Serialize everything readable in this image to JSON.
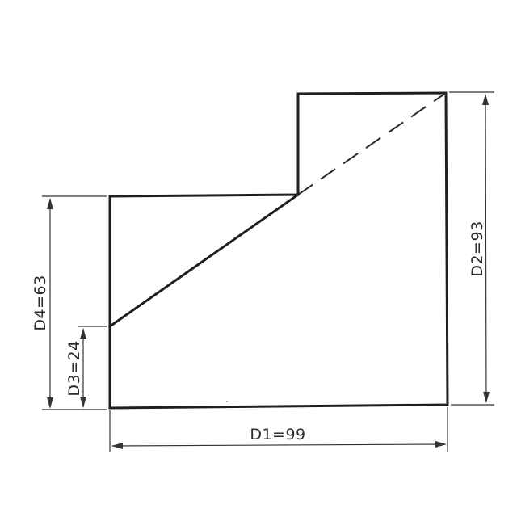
{
  "labels": {
    "d1": "D1=99",
    "d2": "D2=93",
    "d3": "D3=24",
    "d4": "D4=63"
  }
}
